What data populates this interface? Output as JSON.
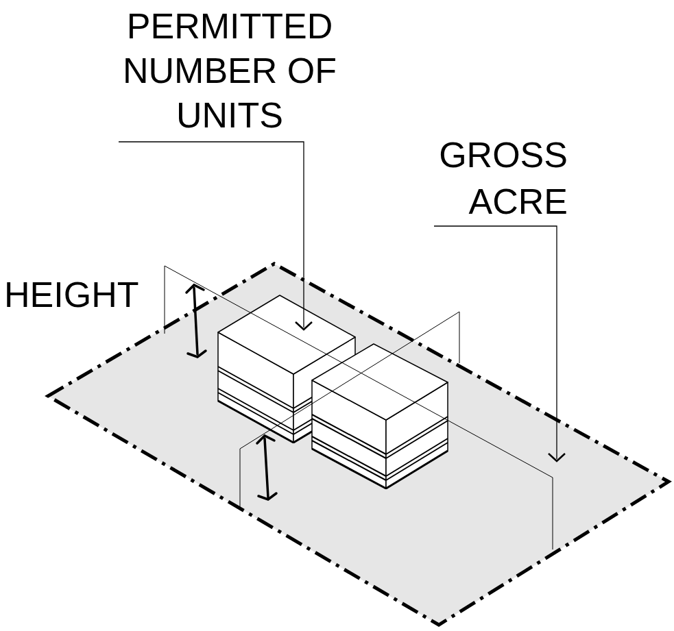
{
  "diagram": {
    "labels": [
      "PERMITTED NUMBER OF UNITS",
      "GROSS ACRE",
      "HEIGHT"
    ]
  }
}
